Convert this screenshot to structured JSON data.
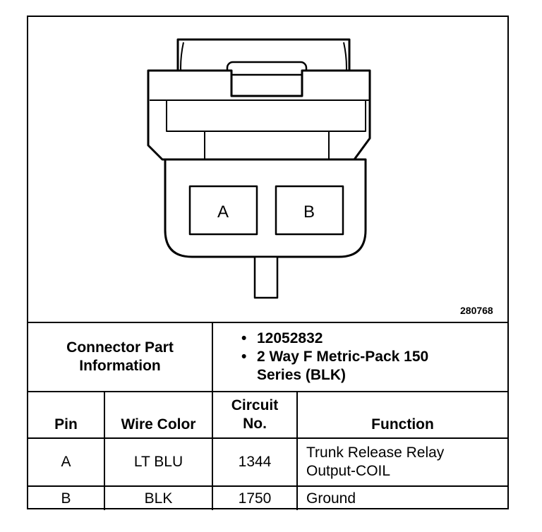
{
  "figure": {
    "id": "280768",
    "pins": [
      "A",
      "B"
    ]
  },
  "connector_info": {
    "label": "Connector Part Information",
    "items": [
      "12052832",
      "2 Way F Metric-Pack 150 Series (BLK)"
    ]
  },
  "table": {
    "headers": {
      "pin": "Pin",
      "wire_color": "Wire Color",
      "circuit": "Circuit No.",
      "function": "Function"
    },
    "rows": [
      {
        "pin": "A",
        "wire_color": "LT BLU",
        "circuit": "1344",
        "function": "Trunk Release Relay Output-COIL"
      },
      {
        "pin": "B",
        "wire_color": "BLK",
        "circuit": "1750",
        "function": "Ground"
      }
    ]
  }
}
